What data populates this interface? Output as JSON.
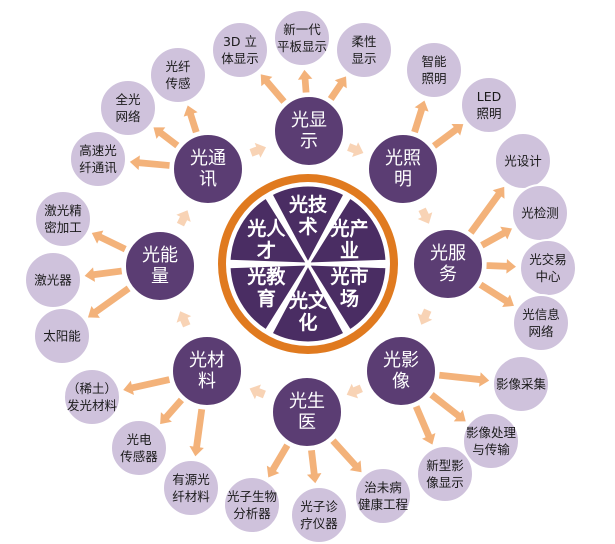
{
  "colors": {
    "category_fill": "#5b3d73",
    "leaf_fill": "#cfc2dc",
    "leaf_stroke": "#ffffff",
    "ring_orange": "#e07a1f",
    "hub_sector": "#4a2d63",
    "arrow_orange": "#f3b27a",
    "arrow_light": "#f8d3b5"
  },
  "hub": {
    "sectors": [
      {
        "id": "tech",
        "lines": [
          "光技",
          "术"
        ]
      },
      {
        "id": "industry",
        "lines": [
          "光产",
          "业"
        ]
      },
      {
        "id": "market",
        "lines": [
          "光市",
          "场"
        ]
      },
      {
        "id": "culture",
        "lines": [
          "光文",
          "化"
        ]
      },
      {
        "id": "education",
        "lines": [
          "光教",
          "育"
        ]
      },
      {
        "id": "talent",
        "lines": [
          "光人",
          "才"
        ]
      }
    ]
  },
  "categories": [
    {
      "id": "display",
      "lines": [
        "光显",
        "示"
      ],
      "leaves": [
        {
          "id": "3d",
          "lines": [
            "3D 立",
            "体显示"
          ]
        },
        {
          "id": "flat",
          "lines": [
            "新一代",
            "平板显示"
          ]
        },
        {
          "id": "flex",
          "lines": [
            "柔性",
            "显示"
          ]
        }
      ]
    },
    {
      "id": "lighting",
      "lines": [
        "光照",
        "明"
      ],
      "leaves": [
        {
          "id": "smart",
          "lines": [
            "智能",
            "照明"
          ]
        },
        {
          "id": "led",
          "lines": [
            "LED",
            "照明"
          ]
        }
      ]
    },
    {
      "id": "service",
      "lines": [
        "光服",
        "务"
      ],
      "leaves": [
        {
          "id": "design",
          "lines": [
            "光设计"
          ]
        },
        {
          "id": "test",
          "lines": [
            "光检测"
          ]
        },
        {
          "id": "trade",
          "lines": [
            "光交易",
            "中心"
          ]
        },
        {
          "id": "info",
          "lines": [
            "光信息",
            "网络"
          ]
        }
      ]
    },
    {
      "id": "imaging",
      "lines": [
        "光影",
        "像"
      ],
      "leaves": [
        {
          "id": "capture",
          "lines": [
            "影像采集"
          ]
        },
        {
          "id": "process",
          "lines": [
            "影像处理",
            "与传输"
          ]
        },
        {
          "id": "newdisp",
          "lines": [
            "新型影",
            "像显示"
          ]
        }
      ]
    },
    {
      "id": "medical",
      "lines": [
        "光生",
        "医"
      ],
      "leaves": [
        {
          "id": "health",
          "lines": [
            "治未病",
            "健康工程"
          ]
        },
        {
          "id": "diag",
          "lines": [
            "光子诊",
            "疗仪器"
          ]
        },
        {
          "id": "bio",
          "lines": [
            "光子生物",
            "分析器"
          ]
        }
      ]
    },
    {
      "id": "materials",
      "lines": [
        "光材",
        "料"
      ],
      "leaves": [
        {
          "id": "active",
          "lines": [
            "有源光",
            "纤材料"
          ]
        },
        {
          "id": "sensor",
          "lines": [
            "光电",
            "传感器"
          ]
        },
        {
          "id": "rare",
          "lines": [
            "（稀土）",
            "发光材料"
          ]
        }
      ]
    },
    {
      "id": "energy",
      "lines": [
        "光能",
        "量"
      ],
      "leaves": [
        {
          "id": "solar",
          "lines": [
            "太阳能"
          ]
        },
        {
          "id": "laser",
          "lines": [
            "激光器"
          ]
        },
        {
          "id": "precision",
          "lines": [
            "激光精",
            "密加工"
          ]
        }
      ]
    },
    {
      "id": "comm",
      "lines": [
        "光通",
        "讯"
      ],
      "leaves": [
        {
          "id": "fiber",
          "lines": [
            "高速光",
            "纤通讯"
          ]
        },
        {
          "id": "network",
          "lines": [
            "全光",
            "网络"
          ]
        },
        {
          "id": "fsensor",
          "lines": [
            "光纤",
            "传感"
          ]
        }
      ]
    }
  ]
}
